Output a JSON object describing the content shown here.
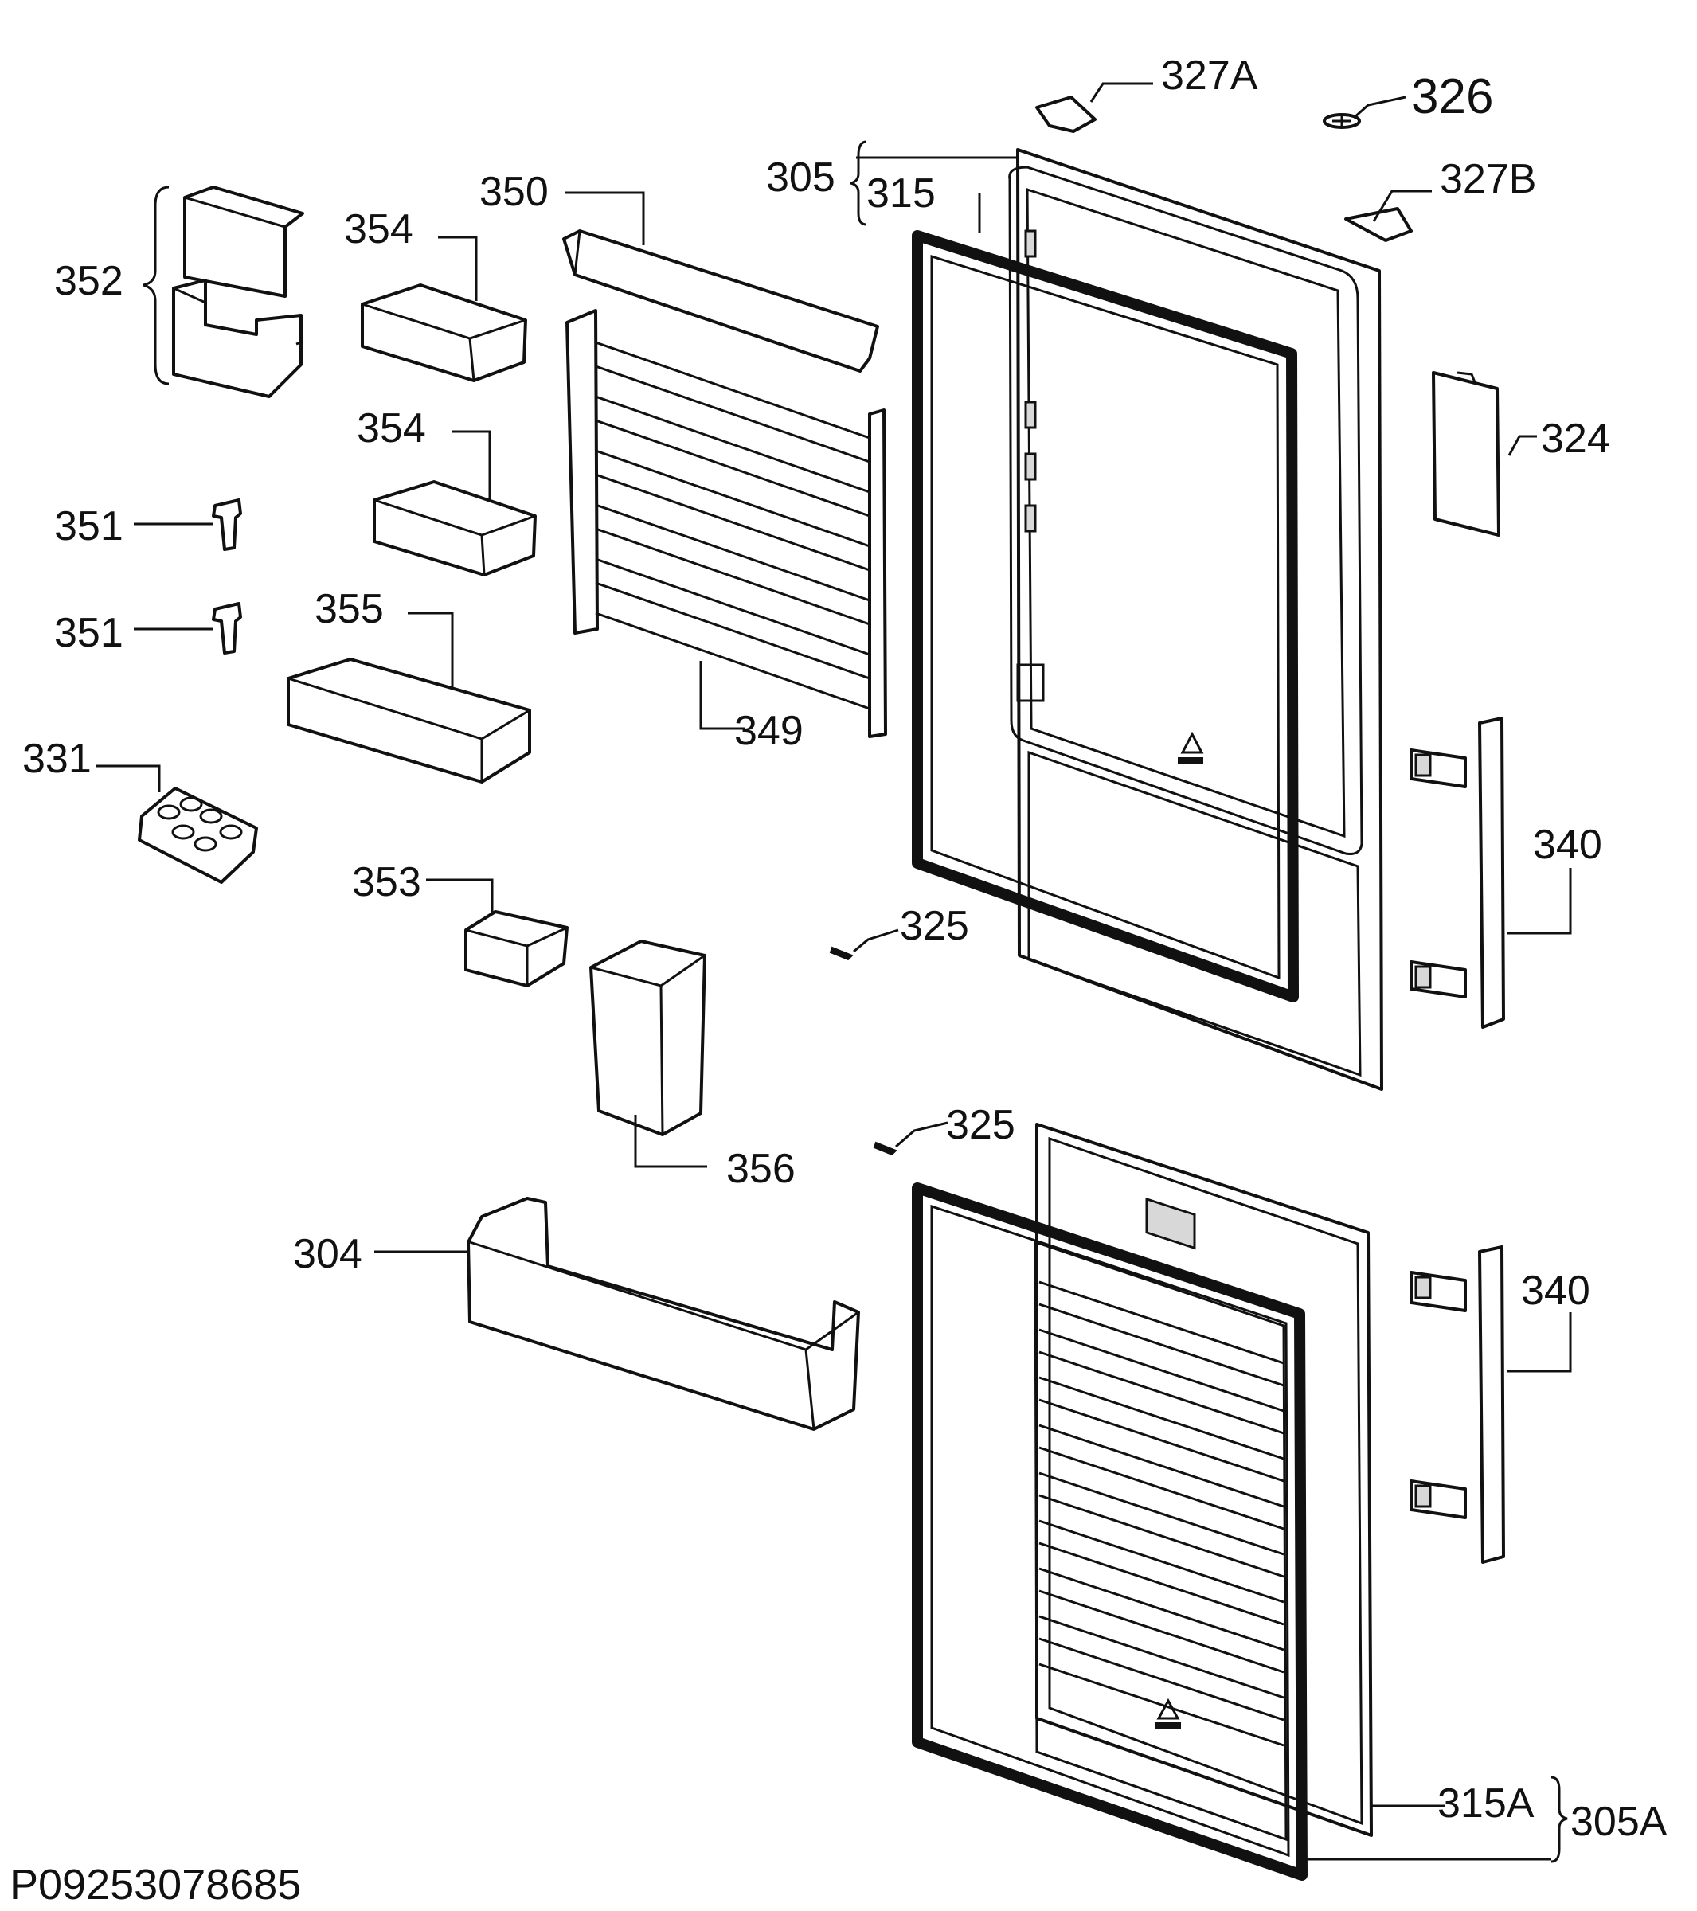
{
  "callouts": {
    "c327A": "327A",
    "c326": "326",
    "c305_top": "305",
    "c315": "315",
    "c327B": "327B",
    "c350": "350",
    "c354_a": "354",
    "c352": "352",
    "c354_b": "354",
    "c324": "324",
    "c351_a": "351",
    "c351_b": "351",
    "c355": "355",
    "c349": "349",
    "c331": "331",
    "c340_top": "340",
    "c353": "353",
    "c325_a": "325",
    "c325_b": "325",
    "c356": "356",
    "c304": "304",
    "c340_bottom": "340",
    "c315A": "315A",
    "c305A": "305A"
  },
  "drawing_code": "P09253078685"
}
